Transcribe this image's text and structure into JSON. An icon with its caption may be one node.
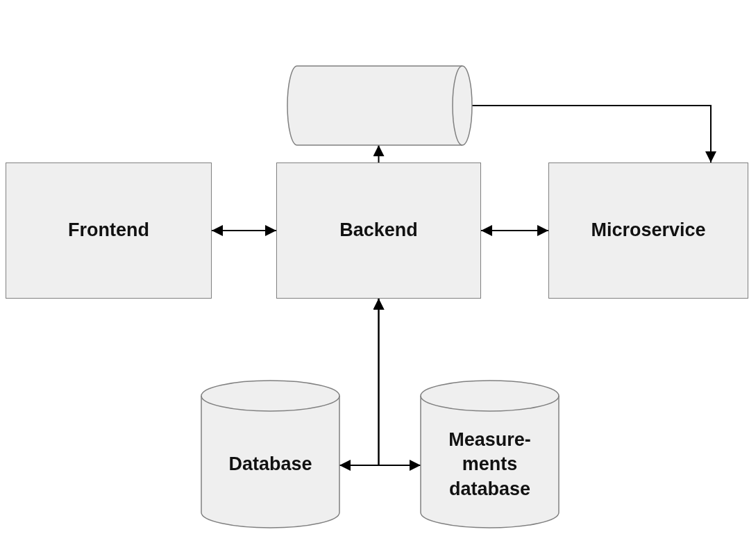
{
  "diagram": {
    "nodes": [
      {
        "text": [],
        "shape": "cylinder"
      },
      {
        "text": [
          "Frontend"
        ]
      },
      {
        "text": [
          "Backend"
        ]
      },
      {
        "text": [
          "Microservice"
        ]
      },
      {
        "text": [
          "Database"
        ]
      },
      {
        "text": [
          "Measure- ments database"
        ]
      }
    ],
    "edges": [
      {
        "from": 2,
        "to": 0,
        "arrow": "to"
      },
      {
        "from": 0,
        "to": 3,
        "arrow": "to"
      },
      {
        "from": 1,
        "to": 2,
        "arrow": "both"
      },
      {
        "from": 2,
        "to": 3,
        "arrow": "both"
      },
      {
        "from": 4,
        "to": 2,
        "arrow": "both"
      },
      {
        "from": 5,
        "to": 2,
        "arrow": "both"
      }
    ]
  }
}
